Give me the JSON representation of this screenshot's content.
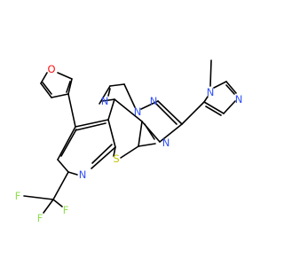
{
  "structure": {
    "atom_labels": {
      "furan_oxygen": "O",
      "pyrazole_n_methyl": "N",
      "pyrazole_n2": "N",
      "triazole_n1": "N",
      "triazole_n_bridge": "N",
      "triazole_n3": "N",
      "pyrimidine_n": "N",
      "thiophene_sulfur": "S",
      "pyridine_n": "N",
      "fluorine_1": "F",
      "fluorine_2": "F",
      "fluorine_3": "F"
    }
  },
  "colors": {
    "bond": "#000000",
    "oxygen": "#ff0d0d",
    "nitrogen": "#3050f8",
    "sulfur": "#c6c600",
    "fluorine": "#90e050",
    "background": "#ffffff"
  }
}
